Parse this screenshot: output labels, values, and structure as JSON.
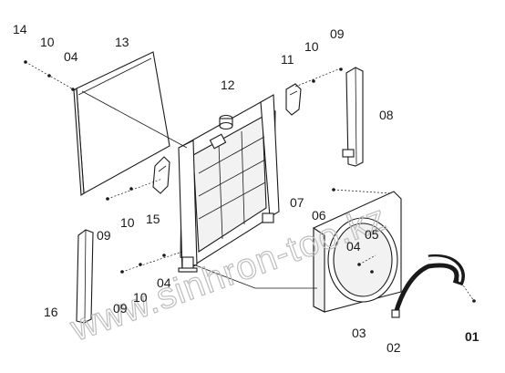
{
  "watermark": {
    "text": "www.sinhron-too.kz"
  },
  "callouts": [
    {
      "id": "c14a",
      "text": "14"
    },
    {
      "id": "c10a",
      "text": "10"
    },
    {
      "id": "c04a",
      "text": "04"
    },
    {
      "id": "c13",
      "text": "13"
    },
    {
      "id": "c12",
      "text": "12"
    },
    {
      "id": "c11",
      "text": "11"
    },
    {
      "id": "c10b",
      "text": "10"
    },
    {
      "id": "c09a",
      "text": "09"
    },
    {
      "id": "c08",
      "text": "08"
    },
    {
      "id": "c07",
      "text": "07"
    },
    {
      "id": "c06",
      "text": "06"
    },
    {
      "id": "c05",
      "text": "05"
    },
    {
      "id": "c04b",
      "text": "04"
    },
    {
      "id": "c15",
      "text": "15"
    },
    {
      "id": "c10c",
      "text": "10"
    },
    {
      "id": "c09b",
      "text": "09"
    },
    {
      "id": "c04c",
      "text": "04"
    },
    {
      "id": "c10d",
      "text": "10"
    },
    {
      "id": "c09c",
      "text": "09"
    },
    {
      "id": "c16",
      "text": "16"
    },
    {
      "id": "c03",
      "text": "03"
    },
    {
      "id": "c02",
      "text": "02"
    },
    {
      "id": "c01",
      "text": "01"
    }
  ]
}
